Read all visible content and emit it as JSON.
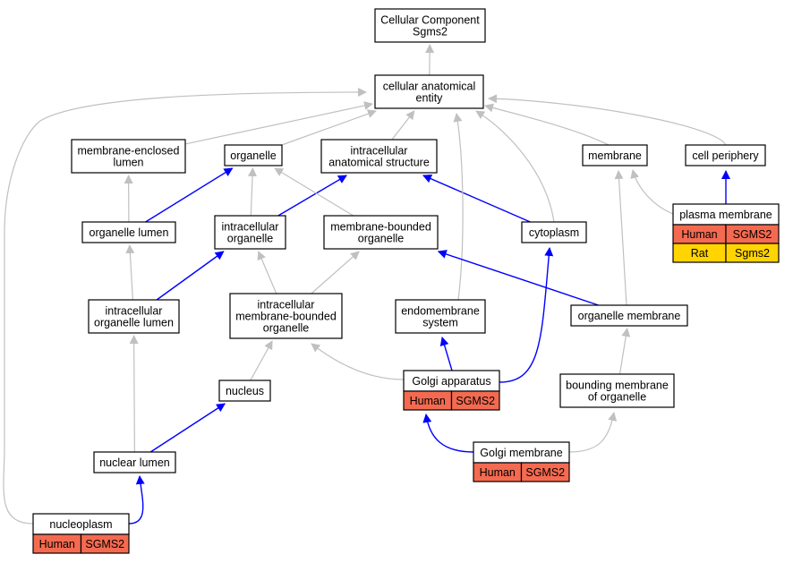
{
  "colors": {
    "gray_edge": "#c0c0c0",
    "blue_edge": "#0000ff",
    "human_cell": "#f46a50",
    "rat_cell": "#ffd400",
    "node_fill": "#ffffff",
    "node_stroke": "#000000"
  },
  "nodes": {
    "cellular_component": {
      "lines": [
        "Cellular Component",
        "Sgms2"
      ]
    },
    "cellular_anatomical_entity": {
      "lines": [
        "cellular anatomical",
        "entity"
      ]
    },
    "membrane_enclosed_lumen": {
      "lines": [
        "membrane-enclosed",
        "lumen"
      ]
    },
    "organelle": {
      "lines": [
        "organelle"
      ]
    },
    "intracellular_anatomical_structure": {
      "lines": [
        "intracellular",
        "anatomical structure"
      ]
    },
    "membrane": {
      "lines": [
        "membrane"
      ]
    },
    "cell_periphery": {
      "lines": [
        "cell periphery"
      ]
    },
    "organelle_lumen": {
      "lines": [
        "organelle lumen"
      ]
    },
    "intracellular_organelle": {
      "lines": [
        "intracellular",
        "organelle"
      ]
    },
    "membrane_bounded_organelle": {
      "lines": [
        "membrane-bounded",
        "organelle"
      ]
    },
    "cytoplasm": {
      "lines": [
        "cytoplasm"
      ]
    },
    "plasma_membrane": {
      "lines": [
        "plasma membrane"
      ],
      "annotations": [
        {
          "species": "Human",
          "gene": "SGMS2"
        },
        {
          "species": "Rat",
          "gene": "Sgms2"
        }
      ]
    },
    "intracellular_organelle_lumen": {
      "lines": [
        "intracellular",
        "organelle lumen"
      ]
    },
    "intracellular_membrane_bounded_organelle": {
      "lines": [
        "intracellular",
        "membrane-bounded",
        "organelle"
      ]
    },
    "endomembrane_system": {
      "lines": [
        "endomembrane",
        "system"
      ]
    },
    "organelle_membrane": {
      "lines": [
        "organelle membrane"
      ]
    },
    "golgi_apparatus": {
      "lines": [
        "Golgi apparatus"
      ],
      "annotations": [
        {
          "species": "Human",
          "gene": "SGMS2"
        }
      ]
    },
    "bounding_membrane_of_organelle": {
      "lines": [
        "bounding membrane",
        "of organelle"
      ]
    },
    "nucleus": {
      "lines": [
        "nucleus"
      ]
    },
    "nuclear_lumen": {
      "lines": [
        "nuclear lumen"
      ]
    },
    "golgi_membrane": {
      "lines": [
        "Golgi membrane"
      ],
      "annotations": [
        {
          "species": "Human",
          "gene": "SGMS2"
        }
      ]
    },
    "nucleoplasm": {
      "lines": [
        "nucleoplasm"
      ],
      "annotations": [
        {
          "species": "Human",
          "gene": "SGMS2"
        }
      ]
    }
  },
  "edges": [
    {
      "from": "cellular_anatomical_entity",
      "to": "cellular_component",
      "kind": "gray"
    },
    {
      "from": "membrane_enclosed_lumen",
      "to": "cellular_anatomical_entity",
      "kind": "gray"
    },
    {
      "from": "organelle",
      "to": "cellular_anatomical_entity",
      "kind": "gray"
    },
    {
      "from": "intracellular_anatomical_structure",
      "to": "cellular_anatomical_entity",
      "kind": "gray"
    },
    {
      "from": "membrane",
      "to": "cellular_anatomical_entity",
      "kind": "gray"
    },
    {
      "from": "cell_periphery",
      "to": "cellular_anatomical_entity",
      "kind": "gray"
    },
    {
      "from": "organelle_lumen",
      "to": "membrane_enclosed_lumen",
      "kind": "gray"
    },
    {
      "from": "organelle_lumen",
      "to": "organelle",
      "kind": "blue"
    },
    {
      "from": "intracellular_organelle",
      "to": "organelle",
      "kind": "gray"
    },
    {
      "from": "intracellular_organelle",
      "to": "intracellular_anatomical_structure",
      "kind": "blue"
    },
    {
      "from": "membrane_bounded_organelle",
      "to": "organelle",
      "kind": "gray"
    },
    {
      "from": "cytoplasm",
      "to": "intracellular_anatomical_structure",
      "kind": "blue"
    },
    {
      "from": "cytoplasm",
      "to": "cellular_anatomical_entity",
      "kind": "gray"
    },
    {
      "from": "plasma_membrane",
      "to": "membrane",
      "kind": "gray"
    },
    {
      "from": "plasma_membrane",
      "to": "cell_periphery",
      "kind": "blue"
    },
    {
      "from": "intracellular_organelle_lumen",
      "to": "organelle_lumen",
      "kind": "gray"
    },
    {
      "from": "intracellular_organelle_lumen",
      "to": "intracellular_organelle",
      "kind": "blue"
    },
    {
      "from": "intracellular_membrane_bounded_organelle",
      "to": "intracellular_organelle",
      "kind": "gray"
    },
    {
      "from": "intracellular_membrane_bounded_organelle",
      "to": "membrane_bounded_organelle",
      "kind": "gray"
    },
    {
      "from": "endomembrane_system",
      "to": "cellular_anatomical_entity",
      "kind": "gray"
    },
    {
      "from": "organelle_membrane",
      "to": "membrane",
      "kind": "gray"
    },
    {
      "from": "organelle_membrane",
      "to": "membrane_bounded_organelle",
      "kind": "blue"
    },
    {
      "from": "golgi_apparatus",
      "to": "endomembrane_system",
      "kind": "blue"
    },
    {
      "from": "golgi_apparatus",
      "to": "cytoplasm",
      "kind": "blue"
    },
    {
      "from": "golgi_apparatus",
      "to": "intracellular_membrane_bounded_organelle",
      "kind": "gray"
    },
    {
      "from": "bounding_membrane_of_organelle",
      "to": "organelle_membrane",
      "kind": "gray"
    },
    {
      "from": "nucleus",
      "to": "intracellular_membrane_bounded_organelle",
      "kind": "gray"
    },
    {
      "from": "nuclear_lumen",
      "to": "nucleus",
      "kind": "blue"
    },
    {
      "from": "nuclear_lumen",
      "to": "intracellular_organelle_lumen",
      "kind": "gray"
    },
    {
      "from": "golgi_membrane",
      "to": "golgi_apparatus",
      "kind": "blue"
    },
    {
      "from": "golgi_membrane",
      "to": "bounding_membrane_of_organelle",
      "kind": "gray"
    },
    {
      "from": "nucleoplasm",
      "to": "nuclear_lumen",
      "kind": "blue"
    },
    {
      "from": "nucleoplasm",
      "to": "cellular_anatomical_entity",
      "kind": "gray"
    }
  ]
}
